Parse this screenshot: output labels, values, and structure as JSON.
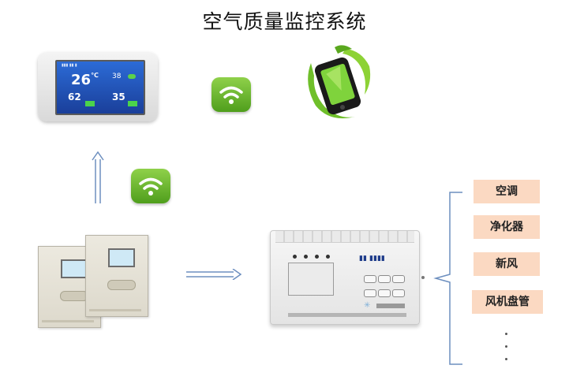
{
  "title": "空气质量监控系统",
  "panel": {
    "screen_temp": "26",
    "screen_temp_unit": "℃",
    "screen_readout_2": "38",
    "screen_readout_3": "62",
    "screen_readout_4": "35"
  },
  "outputs": [
    "空调",
    "净化器",
    "新风",
    "风机盘管"
  ],
  "colors": {
    "arrow": "#6d8fbf",
    "output_box": "#fbd9c2",
    "wifi_green": "#4f9e1c",
    "bracket": "#6d8fbf"
  }
}
